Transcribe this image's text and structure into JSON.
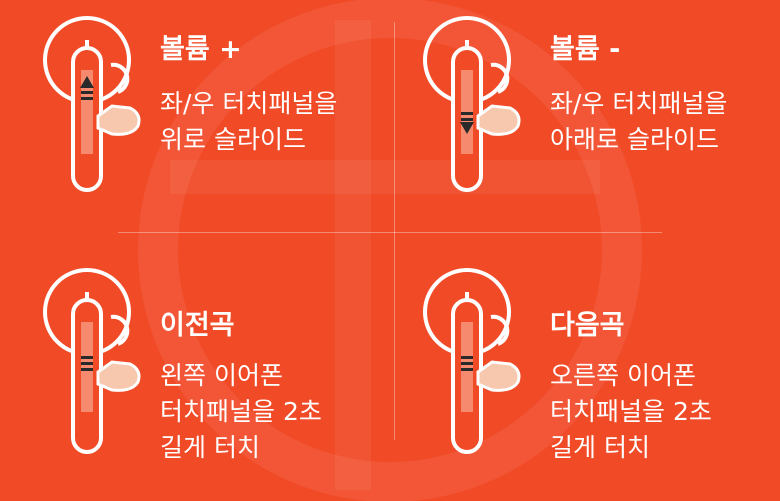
{
  "theme": {
    "background": "#f14a27",
    "foreground": "#ffffff",
    "panel_fill": "#f58a6e",
    "hand_fill": "#f7c7ae"
  },
  "panels": [
    {
      "id": "volume-up",
      "title": "볼륨 +",
      "lines": [
        "좌/우 터치패널을",
        "위로 슬라이드"
      ],
      "gesture": "slide-up-icon"
    },
    {
      "id": "volume-down",
      "title": "볼륨 -",
      "lines": [
        "좌/우 터치패널을",
        "아래로 슬라이드"
      ],
      "gesture": "slide-down-icon"
    },
    {
      "id": "previous-track",
      "title": "이전곡",
      "lines": [
        "왼쪽 이어폰",
        "터치패널을 2초",
        "길게 터치"
      ],
      "gesture": "long-touch-icon"
    },
    {
      "id": "next-track",
      "title": "다음곡",
      "lines": [
        "오른쪽 이어폰",
        "터치패널을 2초",
        "길게 터치"
      ],
      "gesture": "long-touch-icon"
    }
  ]
}
